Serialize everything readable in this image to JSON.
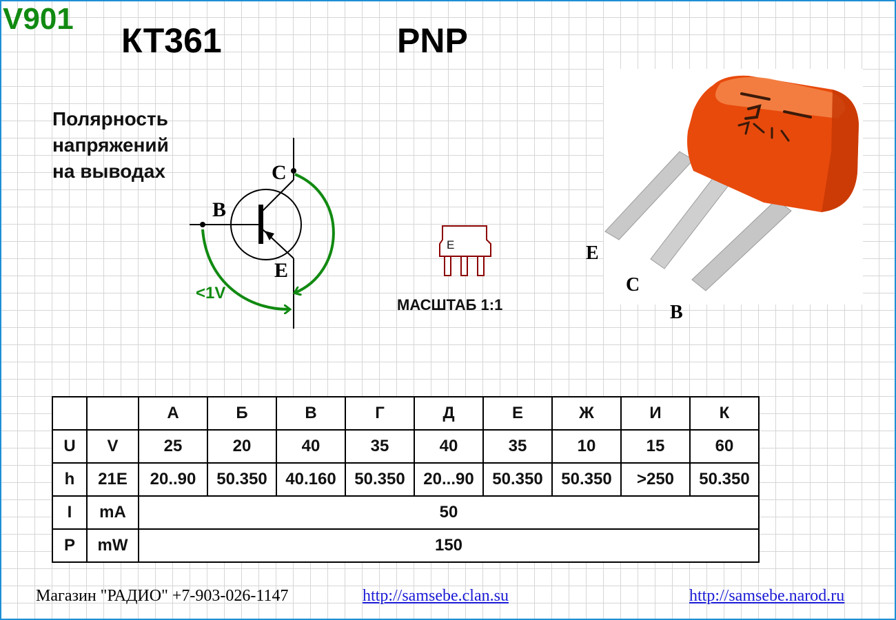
{
  "header": {
    "code": "V901",
    "part_number": "КТ361",
    "type": "PNP"
  },
  "polarity_lines": [
    "Полярность",
    "напряжений",
    "на выводах"
  ],
  "schematic": {
    "pin_c": "C",
    "pin_b": "B",
    "pin_e": "E",
    "voltage_note": "<1V"
  },
  "package": {
    "marking": "E",
    "scale_label": "МАСШТАБ 1:1"
  },
  "photo": {
    "pin_e": "E",
    "pin_c": "C",
    "pin_b": "B"
  },
  "table": {
    "grades": [
      "А",
      "Б",
      "В",
      "Г",
      "Д",
      "Е",
      "Ж",
      "И",
      "К"
    ],
    "rows": [
      {
        "symbol": "U",
        "unit": "V",
        "values": [
          "25",
          "20",
          "40",
          "35",
          "40",
          "35",
          "10",
          "15",
          "60"
        ]
      },
      {
        "symbol": "h",
        "unit": "21E",
        "values": [
          "20..90",
          "50.350",
          "40.160",
          "50.350",
          "20...90",
          "50.350",
          "50.350",
          ">250",
          "50.350"
        ]
      }
    ],
    "current": {
      "symbol": "I",
      "unit": "mA",
      "value": "50"
    },
    "power": {
      "symbol": "P",
      "unit": "mW",
      "value": "150"
    }
  },
  "colors": {
    "accent_green": "#118a11",
    "frame_blue": "#1e8fd6",
    "package_red": "#8b0000",
    "body_orange": "#e84a0c",
    "link_blue": "#1a1ad6"
  },
  "footer": {
    "shop": "Магазин \"РАДИО\" +7-903-026-1147",
    "link1": "http://samsebe.clan.su",
    "link2": "http://samsebe.narod.ru"
  }
}
